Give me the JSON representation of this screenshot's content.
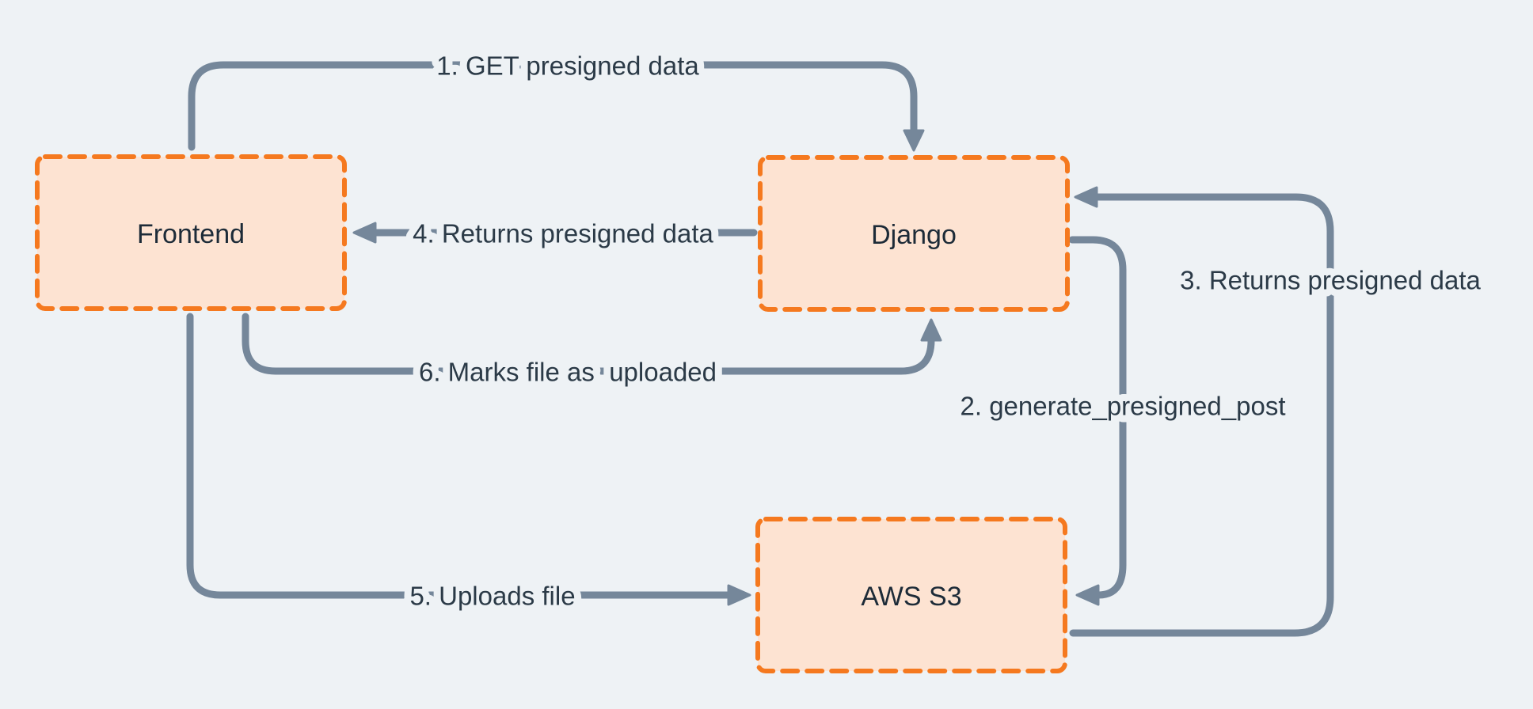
{
  "diagram": {
    "type": "flow-diagram",
    "subject": "S3 presigned upload flow"
  },
  "colors": {
    "background": "#eef2f5",
    "node_fill": "#fde3d2",
    "node_border": "#f5791f",
    "arrow": "#75879a",
    "node_text": "#1d2b38",
    "edge_text": "#2b3a47"
  },
  "nodes": [
    {
      "id": "frontend",
      "label": "Frontend"
    },
    {
      "id": "django",
      "label": "Django"
    },
    {
      "id": "aws-s3",
      "label": "AWS S3"
    }
  ],
  "edges": [
    {
      "step": 1,
      "from": "frontend",
      "to": "django",
      "label": "1. GET presigned data"
    },
    {
      "step": 2,
      "from": "django",
      "to": "aws-s3",
      "label": "2. generate_presigned_post"
    },
    {
      "step": 3,
      "from": "aws-s3",
      "to": "django",
      "label": "3. Returns presigned data"
    },
    {
      "step": 4,
      "from": "django",
      "to": "frontend",
      "label": "4. Returns presigned data"
    },
    {
      "step": 5,
      "from": "frontend",
      "to": "aws-s3",
      "label": "5. Uploads file"
    },
    {
      "step": 6,
      "from": "frontend",
      "to": "django",
      "label": "6. Marks file as  uploaded"
    }
  ]
}
